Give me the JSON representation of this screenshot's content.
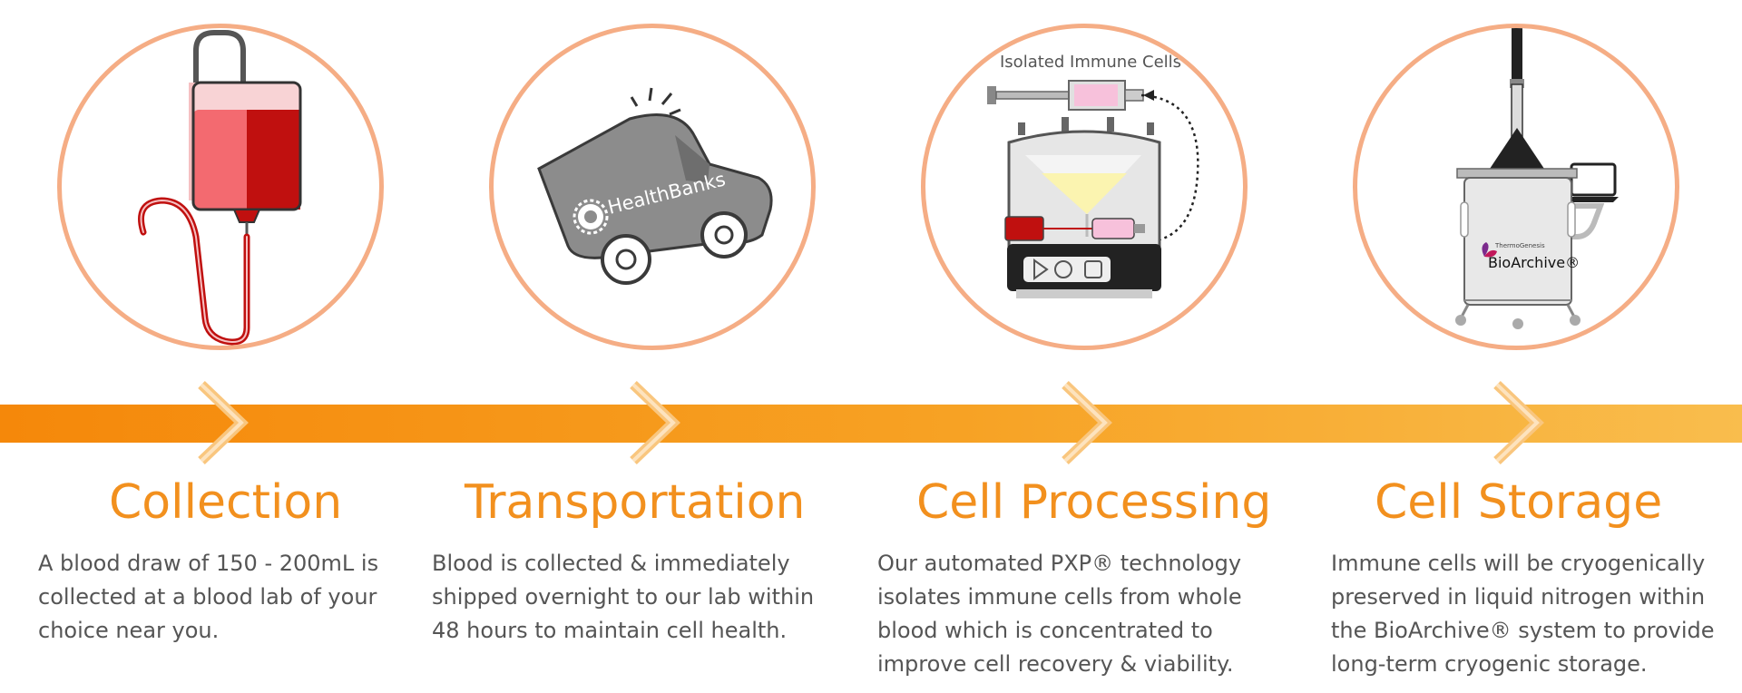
{
  "colors": {
    "accent": "#F2901E",
    "ring": "#F5AD85",
    "band_start": "#F5880A",
    "band_end": "#F9BD4D",
    "body_text": "#555555",
    "blood": "#C0100F",
    "blood_light": "#F36A70",
    "van_gray": "#8C8C8C",
    "cell_pink": "#F7C1DB"
  },
  "steps": [
    {
      "icon": "blood-bag-icon",
      "title": "Collection",
      "description": "A blood draw of 150 - 200mL is\ncollected at a blood lab of your\nchoice near you."
    },
    {
      "icon": "delivery-van-icon",
      "title": "Transportation",
      "brand_label": "HealthBanks",
      "description": "Blood is collected & immediately\nshipped overnight to our lab within\n48 hours to maintain cell health."
    },
    {
      "icon": "cell-processor-icon",
      "title": "Cell Processing",
      "callout": "Isolated Immune Cells",
      "description": "Our automated PXP® technology\nisolates immune cells from whole\nblood which is concentrated to\nimprove cell recovery & viability."
    },
    {
      "icon": "cryo-storage-icon",
      "title": "Cell Storage",
      "brand_small": "ThermoGenesis",
      "brand_label": "BioArchive®",
      "description": "Immune cells will be cryogenically\npreserved in liquid nitrogen within\nthe BioArchive® system to provide\nlong-term cryogenic storage."
    }
  ]
}
